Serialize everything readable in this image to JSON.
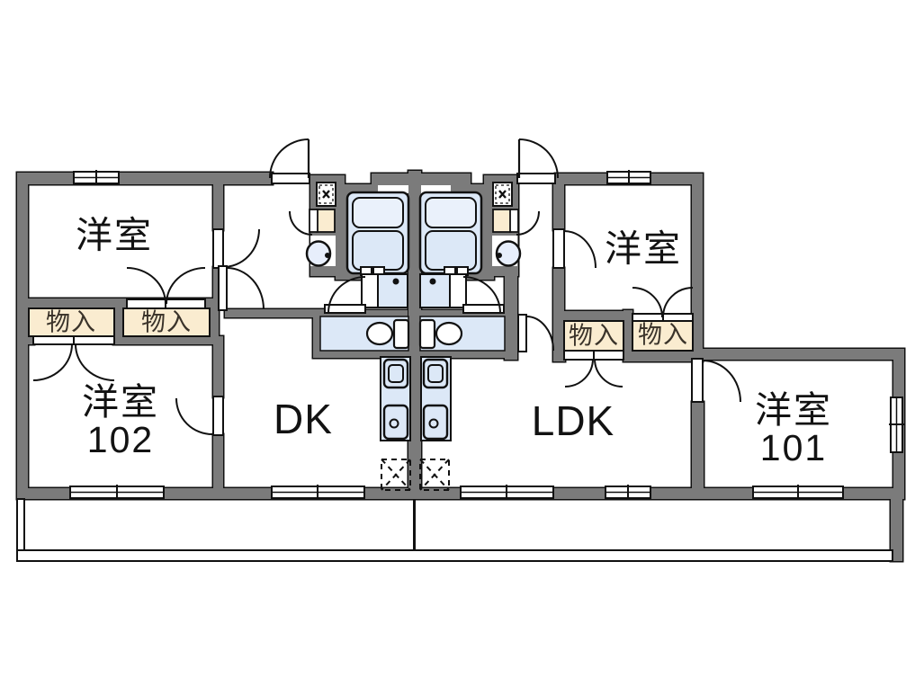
{
  "diagram_type": "apartment-floor-plan",
  "rooms": {
    "bedroom_upper_left": {
      "label": "洋室"
    },
    "bedroom_upper_right": {
      "label": "洋室"
    },
    "bedroom_102": {
      "label": "洋室",
      "unit_number": "102"
    },
    "bedroom_101": {
      "label": "洋室",
      "unit_number": "101"
    },
    "dining_kitchen": {
      "label": "DK"
    },
    "living_dining_kitchen": {
      "label": "LDK"
    }
  },
  "closets": [
    {
      "label": "物入"
    },
    {
      "label": "物入"
    },
    {
      "label": "物入"
    },
    {
      "label": "物入"
    }
  ],
  "colors": {
    "wall_gray": "#7b7b7b",
    "fixture_blue": "#dce8f7",
    "fixture_blue_light": "#eaf1fb",
    "closet_cream": "#faecd0",
    "outline": "#111111"
  }
}
